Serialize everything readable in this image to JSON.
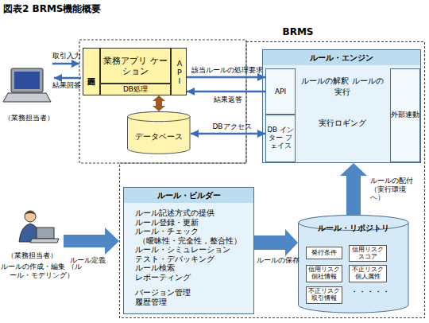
{
  "diagram": {
    "title": "図表2 BRMS機能概要",
    "nodes": [
      {
        "text": [
          "画面処理"
        ]
      },
      {
        "text": [
          "業務アプリ ケーション"
        ]
      },
      {
        "text": [
          "DB処理"
        ]
      },
      {
        "text": [
          "API"
        ]
      },
      {
        "text": [
          "データベース"
        ]
      },
      {
        "text": [
          "BRMS"
        ]
      },
      {
        "text": [
          "ルール・エンジン",
          "ルールの解釈 ルールの実行",
          "実行ロギング"
        ],
        "in": 5
      },
      {
        "text": [
          "API"
        ],
        "in": 6
      },
      {
        "text": [
          "DB インター フェイス"
        ],
        "in": 6
      },
      {
        "text": [
          "外部連動"
        ],
        "in": 6
      },
      {
        "text": [
          "ルール・ビルダー",
          "ルール記述方式の提供",
          "ルール登録・更新",
          "ルール・チェック",
          "（曖昧性・完全性，整合性）",
          "ルール・シミュレーション",
          "テスト・デバッキング",
          "ルール検索",
          "レポーティング",
          "バージョン管理",
          "履歴管理"
        ],
        "in": 5
      },
      {
        "text": [
          "ルール・リポジトリ",
          "・・・・・"
        ],
        "in": 5
      },
      {
        "text": [
          "発行条件"
        ],
        "in": 11
      },
      {
        "text": [
          "信用リスク スコア"
        ],
        "in": 11
      },
      {
        "text": [
          "信用リスク 個社情報"
        ],
        "in": 11
      },
      {
        "text": [
          "不正リスク 個人属性"
        ],
        "in": 11
      },
      {
        "text": [
          "不正リスク 取引情報"
        ],
        "in": 11
      }
    ],
    "edges": [
      {
        "from": 3,
        "to": 7,
        "label": "該当ルールの処理要求",
        "arrow": "to"
      },
      {
        "from": 7,
        "to": 3,
        "label": "結果返答",
        "arrow": "to"
      },
      {
        "from": 2,
        "to": 4,
        "arrow": "both"
      },
      {
        "from": 4,
        "to": 8,
        "label": "DBアクセス",
        "arrow": "both"
      },
      {
        "from": 10,
        "to": 11,
        "label": "ルールの保存",
        "arrow": "to"
      },
      {
        "from": 11,
        "to": 6,
        "label": "ルールの配付 （実行環境へ）",
        "arrow": "to"
      }
    ],
    "labels": [
      "取引入力",
      "結果回答",
      "（業務担当者）",
      "（業務担当者）",
      "ルール定義",
      "ルールの作成・編集 （ルール・モデリング）"
    ]
  }
}
